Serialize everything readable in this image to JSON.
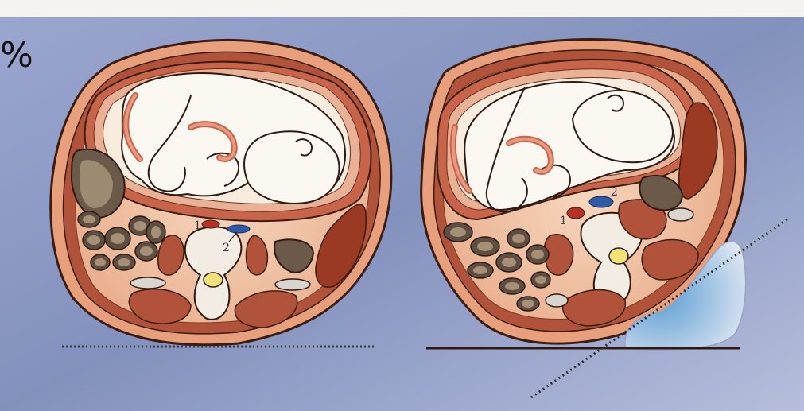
{
  "partial_mark": "%",
  "left_section": {
    "label_1": "1",
    "label_2": "2"
  },
  "right_section": {
    "label_1": "1",
    "label_2": "2"
  },
  "colors": {
    "background": "#8b98c3",
    "skin": "#f3c8a8",
    "muscle": "#a7452d",
    "fetus": "#fbf8f2",
    "outline": "#3b1c12",
    "vein": "#2e5aa8",
    "artery": "#b73120"
  }
}
